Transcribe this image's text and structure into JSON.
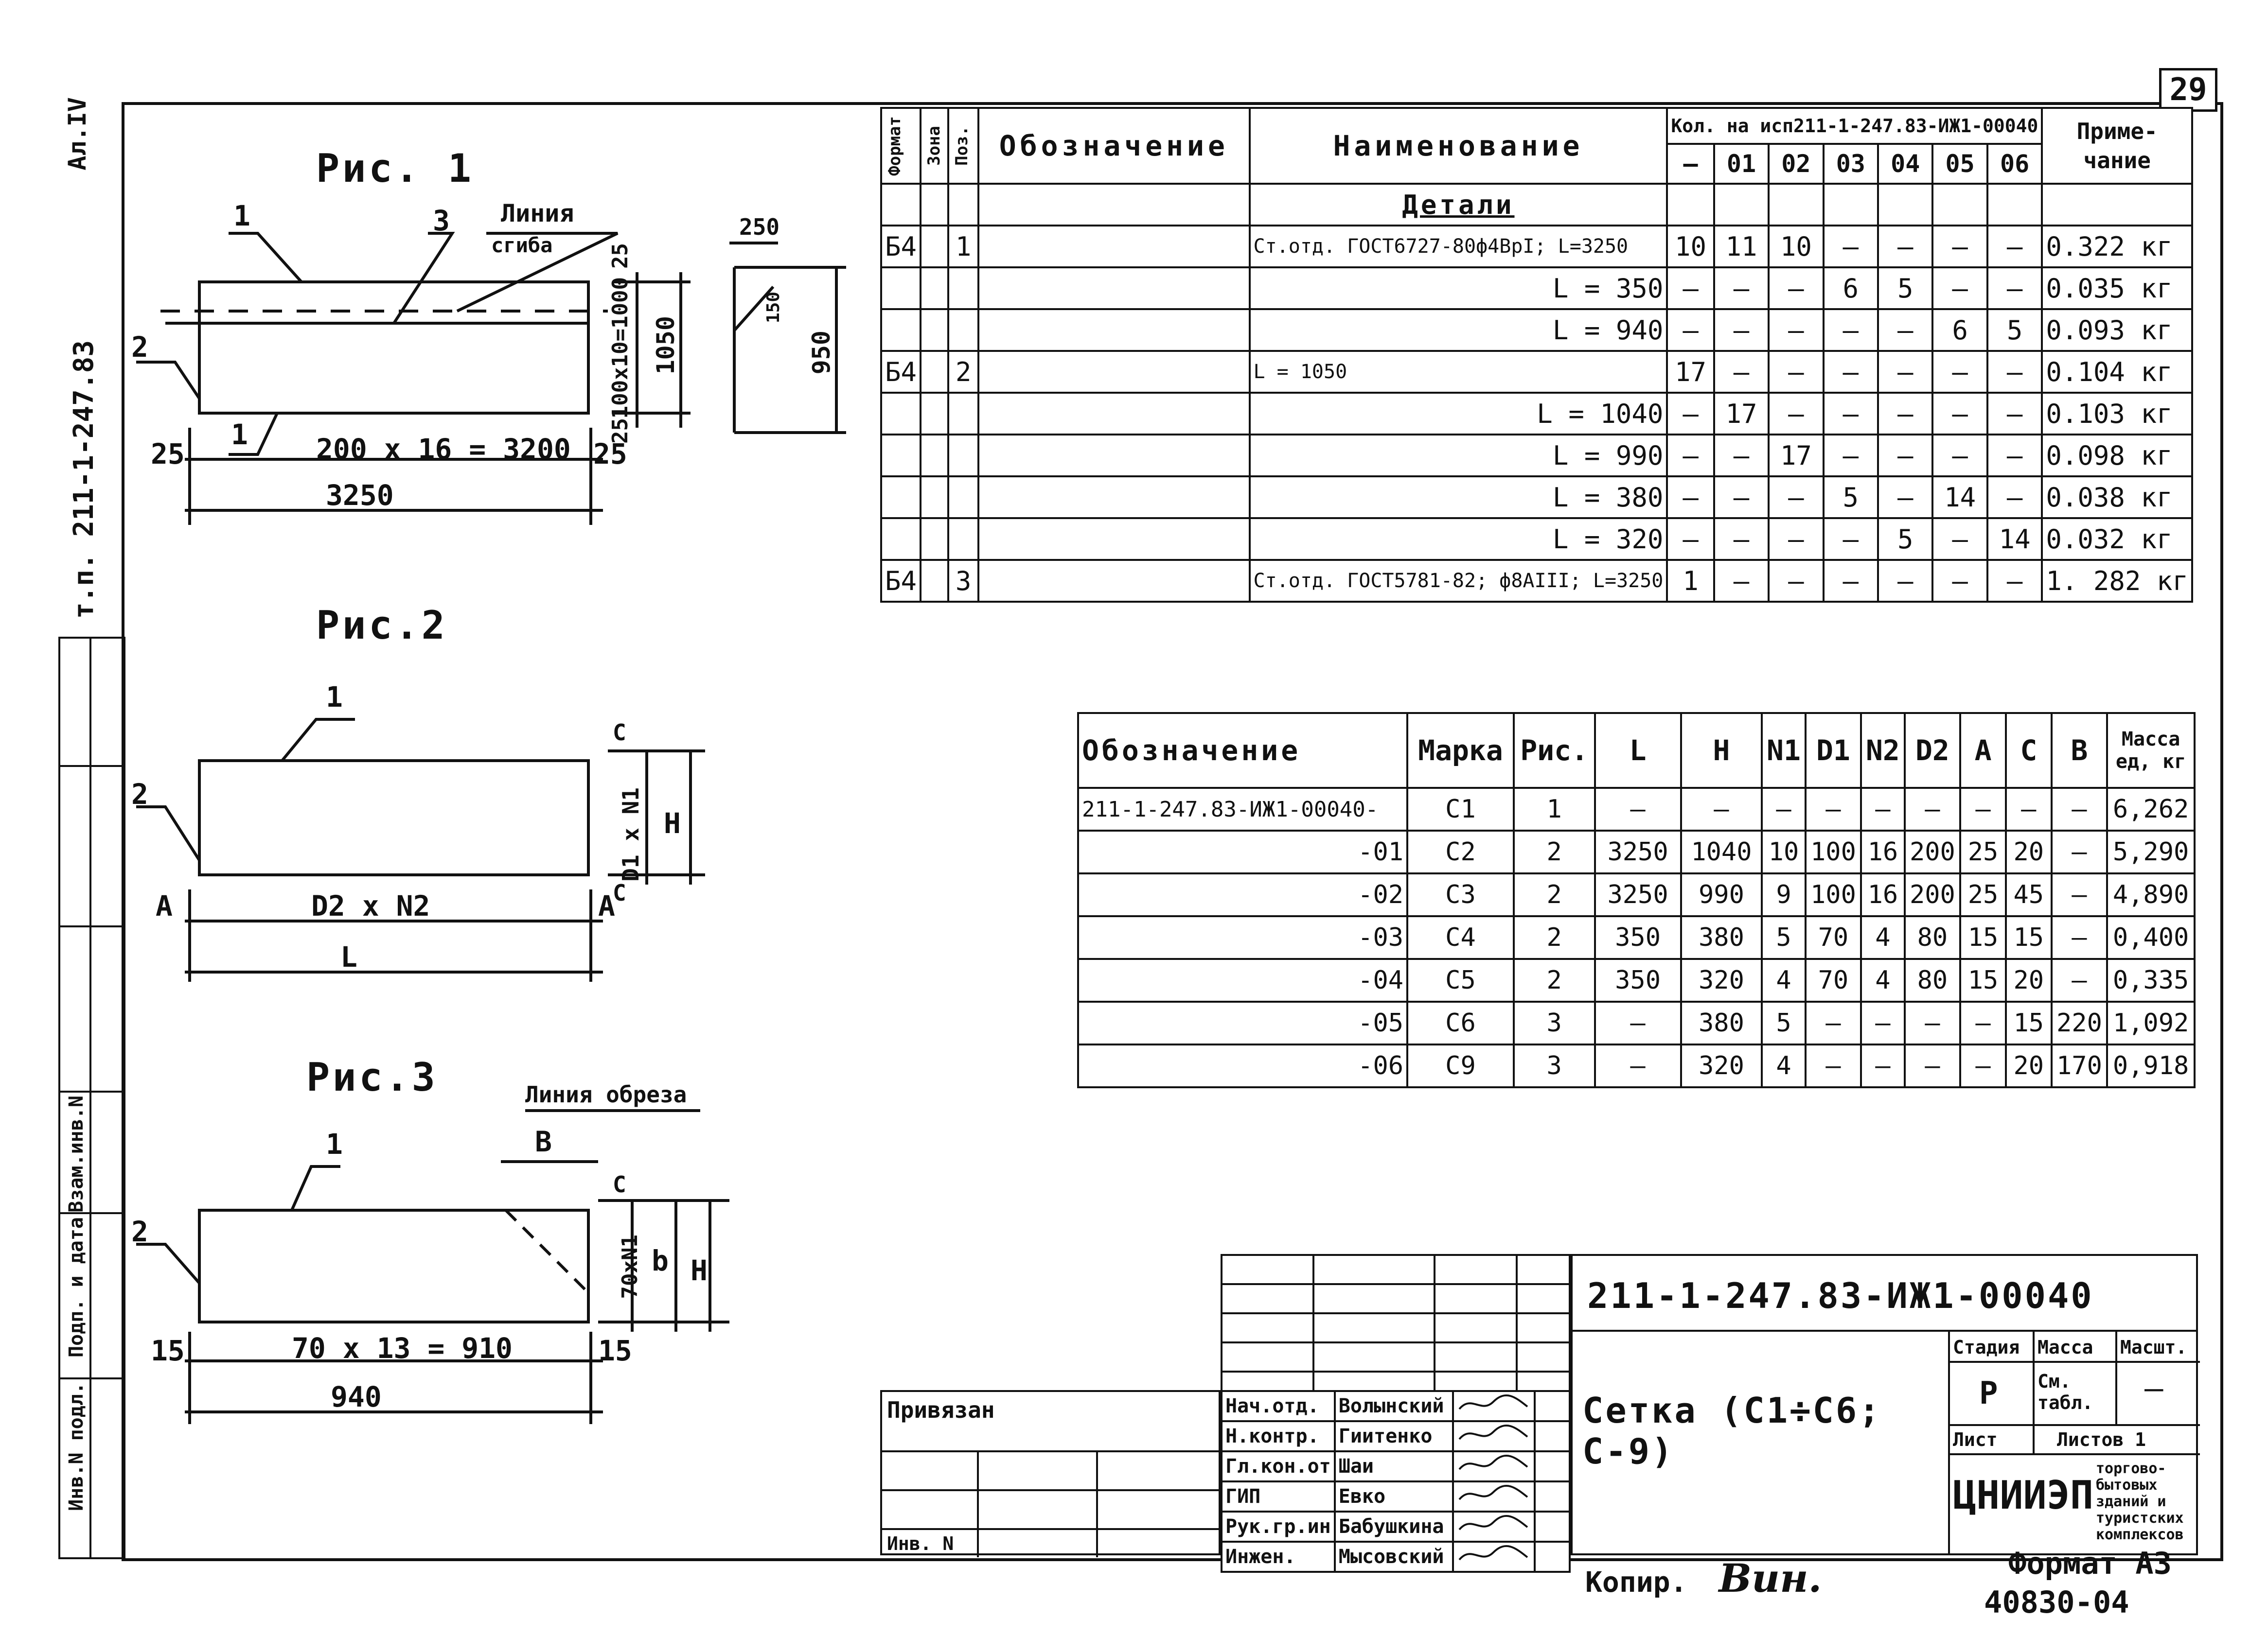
{
  "sheet": {
    "number": "29",
    "album": "Ал.IV",
    "project_code": "т.п. 211-1-247.83",
    "format": "Формат А3",
    "copy": "Копир.",
    "copy_signature": "Вин.",
    "archive_number": "40830-04"
  },
  "side_stamp": {
    "labels": [
      "Инв.N подл.",
      "Подп. и дата",
      "Взам.инв.N"
    ]
  },
  "figures": [
    {
      "title": "Рис. 1",
      "labels": [
        "1",
        "3",
        "Линия",
        "сгиба",
        "2",
        "1",
        "25",
        "200 x 16 = 3200",
        "25",
        "3250",
        "25",
        "100x10=1000",
        "25",
        "1050",
        "250",
        "150",
        "950"
      ]
    },
    {
      "title": "Рис.2",
      "labels": [
        "1",
        "2",
        "A",
        "D2 x N2",
        "A",
        "L",
        "C",
        "D1 x N1",
        "H",
        "C"
      ]
    },
    {
      "title": "Рис.3",
      "labels": [
        "Линия обреза",
        "B",
        "1",
        "2",
        "15",
        "70 x 13 = 910",
        "15",
        "940",
        "C",
        "70xN1",
        "b",
        "H"
      ]
    }
  ],
  "spec_table": {
    "headers": {
      "format": "Формат",
      "zone": "Зона",
      "pos": "Поз.",
      "designation": "Обозначение",
      "name": "Наименование",
      "qty": "Кол. на исп211-1-247.83-ИЖ1-00040",
      "note": "Приме-чание"
    },
    "qty_columns": [
      "—",
      "01",
      "02",
      "03",
      "04",
      "05",
      "06"
    ],
    "section": "Детали",
    "rows": [
      {
        "format": "Б4",
        "pos": "1",
        "name": "Ст.отд. ГОСТ6727-80ф4ВрI; L=3250",
        "qty": [
          "10",
          "11",
          "10",
          "—",
          "—",
          "—",
          "—"
        ],
        "note": "0.322 кг"
      },
      {
        "format": "",
        "pos": "",
        "name": "L = 350",
        "qty": [
          "—",
          "—",
          "—",
          "6",
          "5",
          "—",
          "—"
        ],
        "note": "0.035 кг"
      },
      {
        "format": "",
        "pos": "",
        "name": "L = 940",
        "qty": [
          "—",
          "—",
          "—",
          "—",
          "—",
          "6",
          "5"
        ],
        "note": "0.093 кг"
      },
      {
        "format": "Б4",
        "pos": "2",
        "name": "L = 1050",
        "qty": [
          "17",
          "—",
          "—",
          "—",
          "—",
          "—",
          "—"
        ],
        "note": "0.104 кг"
      },
      {
        "format": "",
        "pos": "",
        "name": "L = 1040",
        "qty": [
          "—",
          "17",
          "—",
          "—",
          "—",
          "—",
          "—"
        ],
        "note": "0.103 кг"
      },
      {
        "format": "",
        "pos": "",
        "name": "L = 990",
        "qty": [
          "—",
          "—",
          "17",
          "—",
          "—",
          "—",
          "—"
        ],
        "note": "0.098 кг"
      },
      {
        "format": "",
        "pos": "",
        "name": "L = 380",
        "qty": [
          "—",
          "—",
          "—",
          "5",
          "—",
          "14",
          "—"
        ],
        "note": "0.038 кг"
      },
      {
        "format": "",
        "pos": "",
        "name": "L = 320",
        "qty": [
          "—",
          "—",
          "—",
          "—",
          "5",
          "—",
          "14"
        ],
        "note": "0.032 кг"
      },
      {
        "format": "Б4",
        "pos": "3",
        "name": "Ст.отд. ГОСТ5781-82; ф8АIII; L=3250",
        "qty": [
          "1",
          "—",
          "—",
          "—",
          "—",
          "—",
          "—"
        ],
        "note": "1. 282 кг"
      }
    ]
  },
  "marks_table": {
    "headers": [
      "Обозначение",
      "Марка",
      "Рис.",
      "L",
      "H",
      "N1",
      "D1",
      "N2",
      "D2",
      "A",
      "C",
      "B",
      "Масса ед, кг"
    ],
    "rows": [
      [
        "211-1-247.83-ИЖ1-00040-",
        "С1",
        "1",
        "—",
        "—",
        "—",
        "—",
        "—",
        "—",
        "—",
        "—",
        "—",
        "6,262"
      ],
      [
        "-01",
        "С2",
        "2",
        "3250",
        "1040",
        "10",
        "100",
        "16",
        "200",
        "25",
        "20",
        "—",
        "5,290"
      ],
      [
        "-02",
        "С3",
        "2",
        "3250",
        "990",
        "9",
        "100",
        "16",
        "200",
        "25",
        "45",
        "—",
        "4,890"
      ],
      [
        "-03",
        "С4",
        "2",
        "350",
        "380",
        "5",
        "70",
        "4",
        "80",
        "15",
        "15",
        "—",
        "0,400"
      ],
      [
        "-04",
        "С5",
        "2",
        "350",
        "320",
        "4",
        "70",
        "4",
        "80",
        "15",
        "20",
        "—",
        "0,335"
      ],
      [
        "-05",
        "С6",
        "3",
        "—",
        "380",
        "5",
        "—",
        "—",
        "—",
        "—",
        "15",
        "220",
        "1,092"
      ],
      [
        "-06",
        "С9",
        "3",
        "—",
        "320",
        "4",
        "—",
        "—",
        "—",
        "—",
        "20",
        "170",
        "0,918"
      ]
    ]
  },
  "title_block": {
    "document_code": "211-1-247.83-ИЖ1-00040",
    "document_name": "Сетка (С1÷С6; С-9)",
    "binding": "Привязан",
    "inv": "Инв. N",
    "stage_label": "Стадия",
    "mass_label": "Масса",
    "scale_label": "Масшт.",
    "stage": "Р",
    "mass": "См. табл.",
    "scale": "—",
    "sheet_label": "Лист",
    "sheets_label": "Листов 1",
    "org": "ЦНИИЭП",
    "org_note": "торгово-бытовых зданий и туристских комплексов",
    "staff": [
      {
        "role": "Нач.отд.",
        "name": "Волынский"
      },
      {
        "role": "Н.контр.",
        "name": "Гиитенко"
      },
      {
        "role": "Гл.кон.от",
        "name": "Шаи"
      },
      {
        "role": "ГИП",
        "name": "Евко"
      },
      {
        "role": "Рук.гр.ин",
        "name": "Бабушкина"
      },
      {
        "role": "Инжен.",
        "name": "Мысовский"
      }
    ]
  }
}
